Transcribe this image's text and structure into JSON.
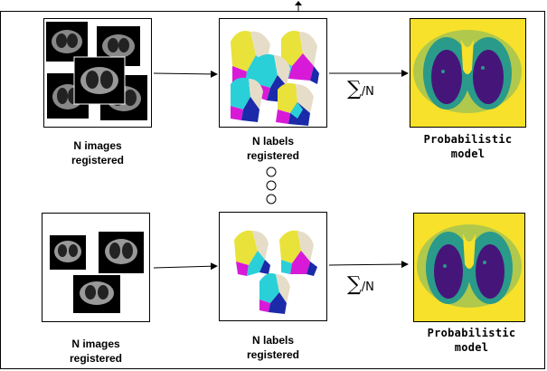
{
  "rows": [
    {
      "images_caption": [
        "N images",
        "registered"
      ],
      "labels_caption": [
        "N labels",
        "registered"
      ],
      "sum_symbol": "∑",
      "sum_divisor": "/N",
      "model_caption": [
        "Probabilistic",
        "model"
      ]
    },
    {
      "images_caption": [
        "N images",
        "registered"
      ],
      "labels_caption": [
        "N labels",
        "registered"
      ],
      "sum_symbol": "∑",
      "sum_divisor": "/N",
      "model_caption": [
        "Probabilistic",
        "model"
      ]
    }
  ],
  "colors": {
    "model_background": "#f7e12a",
    "model_outer": "#2a9a8a",
    "model_inner": "#46157a",
    "label_yellow": "#e8e23a",
    "label_cyan": "#2ad0d8",
    "label_magenta": "#d81ad8",
    "label_blue": "#1a2aa8",
    "label_bone": "#e6ddc8"
  }
}
